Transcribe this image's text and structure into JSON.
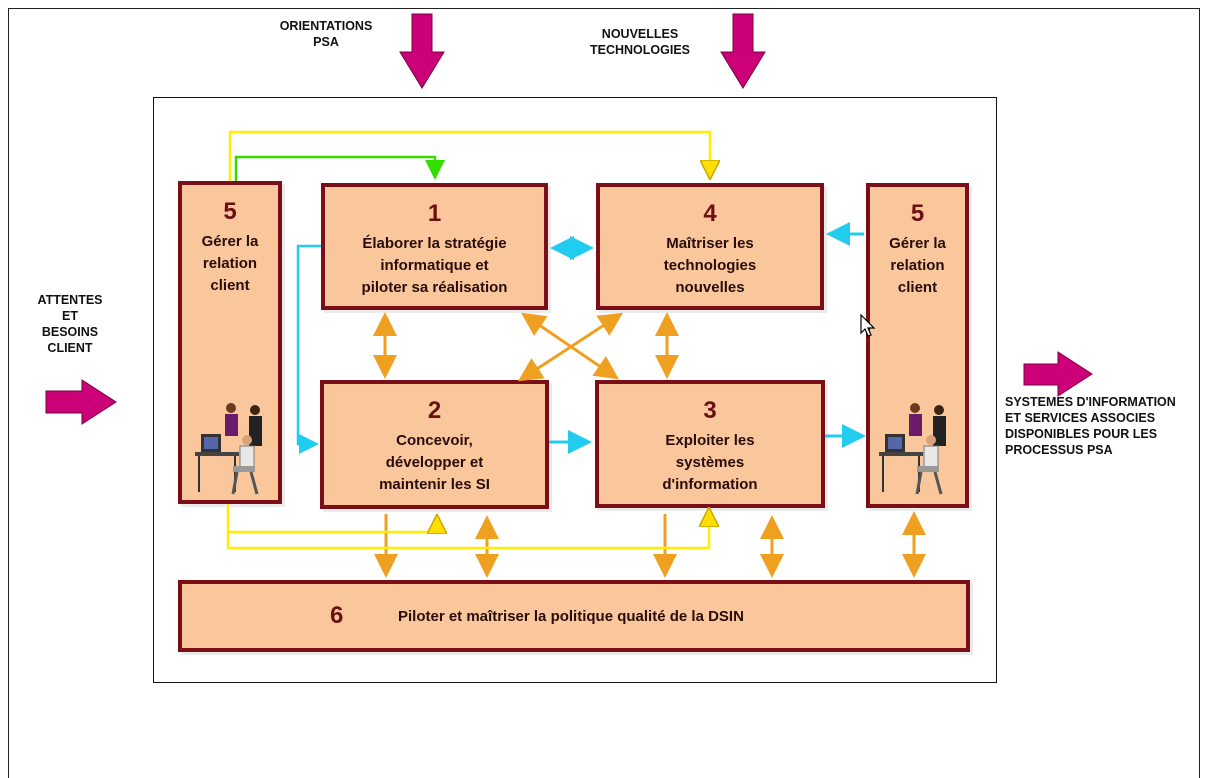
{
  "external": {
    "orientations": "ORIENTATIONS\nPSA",
    "technologies": "NOUVELLES\nTECHNOLOGIES",
    "attentes": "ATTENTES\nET\nBESOINS\nCLIENT",
    "systemes": "SYSTEMES D'INFORMATION\nET SERVICES ASSOCIES\nDISPONIBLES POUR LES\nPROCESSUS PSA"
  },
  "boxes": {
    "b1": {
      "num": "1",
      "label": "Élaborer la stratégie\ninformatique et\npiloter sa réalisation"
    },
    "b2": {
      "num": "2",
      "label": "Concevoir,\ndévelopper et\nmaintenir les SI"
    },
    "b3": {
      "num": "3",
      "label": "Exploiter les\nsystèmes\nd'information"
    },
    "b4": {
      "num": "4",
      "label": "Maîtriser les\ntechnologies\nnouvelles"
    },
    "b5_left": {
      "num": "5",
      "label": "Gérer la\nrelation\nclient"
    },
    "b5_right": {
      "num": "5",
      "label": "Gérer la\nrelation\nclient"
    },
    "b6": {
      "num": "6",
      "label": "Piloter et maîtriser la politique qualité de la DSIN"
    }
  },
  "colors": {
    "box_fill": "#f9c79b",
    "box_border": "#7a0f18",
    "big_arrow": "#cc0077",
    "orange_arrow": "#f0a020",
    "cyan_arrow": "#22ccee",
    "yellow_line": "#ffee00",
    "green_line": "#33dd00"
  }
}
